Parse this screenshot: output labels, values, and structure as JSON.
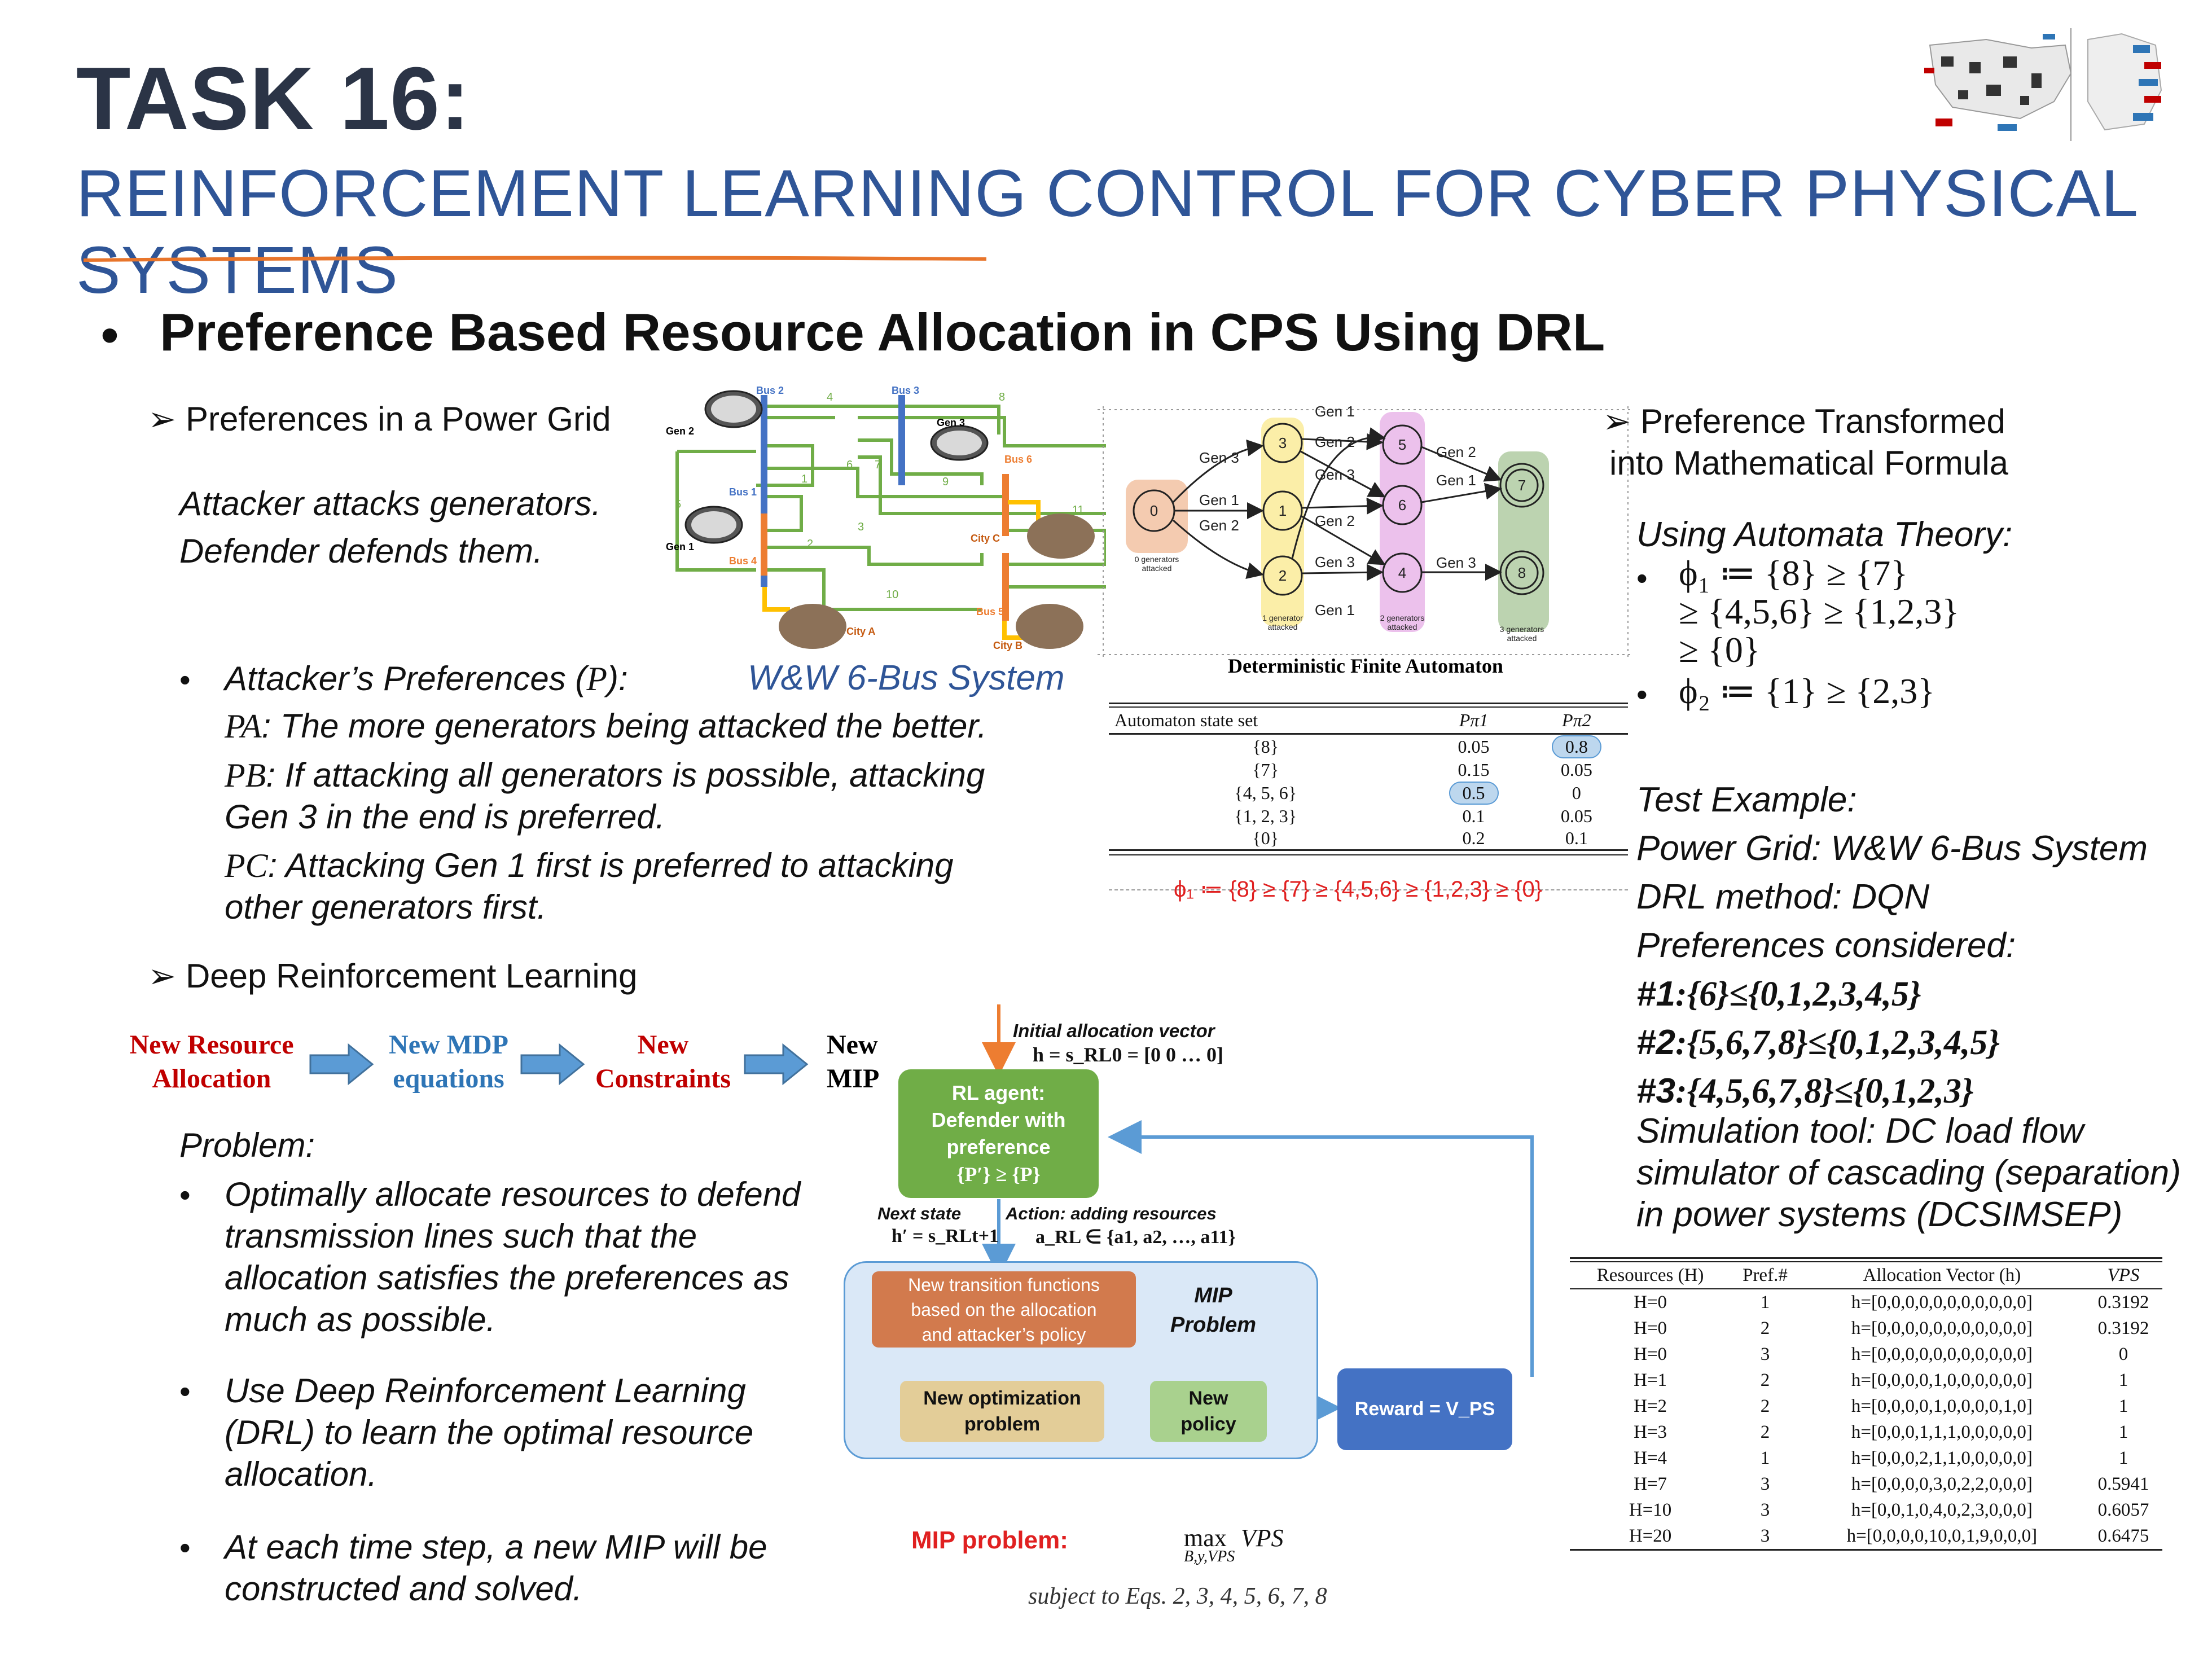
{
  "header": {
    "task": "TASK 16:",
    "subtitle": "REINFORCEMENT LEARNING CONTROL FOR CYBER PHYSICAL SYSTEMS",
    "accent_color": "#e8752b"
  },
  "main_bullet": "Preference Based Resource Allocation in CPS Using DRL",
  "power_grid": {
    "heading": "Preferences in a Power Grid",
    "attacker_line": "Attacker attacks generators.",
    "defender_line": "Defender defends them.",
    "system_label": "W&W 6-Bus System",
    "buses": [
      "Bus 1",
      "Bus 2",
      "Bus 3",
      "Bus 4",
      "Bus 5",
      "Bus 6"
    ],
    "gens": [
      "Gen 1",
      "Gen 2",
      "Gen 3"
    ],
    "cities": [
      "City A",
      "City B",
      "City C"
    ],
    "line_numbers": [
      "1",
      "2",
      "3",
      "4",
      "5",
      "6",
      "7",
      "8",
      "9",
      "10",
      "11"
    ]
  },
  "attacker_prefs": {
    "heading": "Attacker’s Preferences (",
    "heading_sym": "P",
    "heading_end": "):",
    "pa_sym": "PA",
    "pa": ": The more generators being attacked the better.",
    "pb_sym": "PB",
    "pb1": ": If attacking all generators is possible, attacking",
    "pb2": "Gen 3 in the end is preferred.",
    "pc_sym": "PC",
    "pc1": ": Attacking Gen 1 first is preferred to attacking",
    "pc2": "other generators first."
  },
  "automaton": {
    "title": "Deterministic Finite Automaton",
    "states": [
      "0",
      "1",
      "2",
      "3",
      "4",
      "5",
      "6",
      "7",
      "8"
    ],
    "edge_labels": [
      "Gen 1",
      "Gen 2",
      "Gen 3",
      "Gen 1",
      "Gen 2",
      "Gen 3",
      "Gen 1",
      "Gen 2",
      "Gen 3",
      "Gen 2",
      "Gen 1",
      "Gen 3",
      "Gen 2",
      "Gen 3",
      "Gen 1"
    ],
    "group_labels": [
      "0 generators attacked",
      "1 generator attacked",
      "2 generators attacked",
      "3 generators attacked"
    ],
    "table_header": [
      "Automaton state set",
      "Pπ1",
      "Pπ2"
    ],
    "table_rows": [
      [
        "{8}",
        "0.05",
        "0.8"
      ],
      [
        "{7}",
        "0.15",
        "0.05"
      ],
      [
        "{4, 5, 6}",
        "0.5",
        "0"
      ],
      [
        "{1, 2, 3}",
        "0.1",
        "0.05"
      ],
      [
        "{0}",
        "0.2",
        "0.1"
      ]
    ],
    "formula": "ϕ₁ ≔ {8} ≥ {7} ≥ {4,5,6} ≥ {1,2,3} ≥ {0}"
  },
  "math_formula": {
    "heading1": "Preference Transformed",
    "heading2": "into Mathematical Formula",
    "using": "Using Automata Theory:",
    "phi1_a": "ϕ₁ ≔ {8} ≥ {7}",
    "phi1_b": "≥ {4,5,6} ≥ {1,2,3}",
    "phi1_c": "≥ {0}",
    "phi2": "ϕ₂ ≔ {1} ≥ {2,3}"
  },
  "test_example": {
    "lines": [
      "Test Example:",
      "Power Grid: W&W 6-Bus System",
      "DRL method: DQN",
      "Preferences considered:"
    ],
    "prefs": [
      {
        "num": "#1",
        "body": ":{6}≤{0,1,2,3,4,5}"
      },
      {
        "num": "#2",
        "body": ":{5,6,7,8}≤{0,1,2,3,4,5}"
      },
      {
        "num": "#3",
        "body": ":{4,5,6,7,8}≤{0,1,2,3}"
      }
    ],
    "sim": [
      "Simulation tool: DC load flow",
      "simulator of cascading (separation)",
      "in power systems (DCSIMSEP)"
    ]
  },
  "results_table": {
    "headers": [
      "Resources (H)",
      "Pref.#",
      "Allocation Vector (h)",
      "VPS"
    ],
    "rows": [
      [
        "H=0",
        "1",
        "h=[0,0,0,0,0,0,0,0,0,0,0]",
        "0.3192"
      ],
      [
        "H=0",
        "2",
        "h=[0,0,0,0,0,0,0,0,0,0,0]",
        "0.3192"
      ],
      [
        "H=0",
        "3",
        "h=[0,0,0,0,0,0,0,0,0,0,0]",
        "0"
      ],
      [
        "H=1",
        "2",
        "h=[0,0,0,0,1,0,0,0,0,0,0]",
        "1"
      ],
      [
        "H=2",
        "2",
        "h=[0,0,0,0,1,0,0,0,0,1,0]",
        "1"
      ],
      [
        "H=3",
        "2",
        "h=[0,0,0,1,1,1,0,0,0,0,0]",
        "1"
      ],
      [
        "H=4",
        "1",
        "h=[0,0,0,2,1,1,0,0,0,0,0]",
        "1"
      ],
      [
        "H=7",
        "3",
        "h=[0,0,0,0,3,0,2,2,0,0,0]",
        "0.5941"
      ],
      [
        "H=10",
        "3",
        "h=[0,0,1,0,4,0,2,3,0,0,0]",
        "0.6057"
      ],
      [
        "H=20",
        "3",
        "h=[0,0,0,0,10,0,1,9,0,0,0]",
        "0.6475"
      ]
    ]
  },
  "drl": {
    "heading": "Deep Reinforcement Learning",
    "flow": [
      {
        "l1": "New Resource",
        "l2": "Allocation",
        "color": "#c00000"
      },
      {
        "l1": "New MDP",
        "l2": "equations",
        "color": "#2e75b6"
      },
      {
        "l1": "New",
        "l2": "Constraints",
        "color": "#c00000"
      },
      {
        "l1": "New",
        "l2": "MIP",
        "color": "#000000"
      }
    ],
    "problem": "Problem:",
    "bullet1": [
      "Optimally allocate resources to defend",
      "transmission lines such that the",
      "allocation satisfies the preferences as",
      "much as possible."
    ],
    "bullet2": [
      "Use Deep Reinforcement Learning",
      "(DRL) to learn the optimal resource",
      "allocation."
    ],
    "bullet3": [
      "At each time step, a new MIP will be",
      "constructed and solved."
    ]
  },
  "rl_diagram": {
    "init_label": "Initial allocation vector",
    "init_eq": "h = s_RL0 = [0 0 … 0]",
    "agent": [
      "RL agent:",
      "Defender with",
      "preference",
      "{P′} ≥ {P}"
    ],
    "next_state": "Next state",
    "next_eq": "h′ = s_RLt+1",
    "action": "Action: adding resources",
    "action_eq": "a_RL ∈ {a1, a2, …, a11}",
    "transition": [
      "New transition functions",
      "based on the allocation",
      "and attacker’s policy"
    ],
    "mip_title": [
      "MIP",
      "Problem"
    ],
    "opt": [
      "New optimization",
      "problem"
    ],
    "policy": [
      "New",
      "policy"
    ],
    "reward": "Reward = V_PS",
    "mip_label": "MIP problem:",
    "mip_max": "max",
    "mip_vps": "VPS",
    "mip_sub": "B,y,VPS",
    "mip_subject": "subject to Eqs. 2, 3, 4, 5, 6, 7, 8"
  }
}
